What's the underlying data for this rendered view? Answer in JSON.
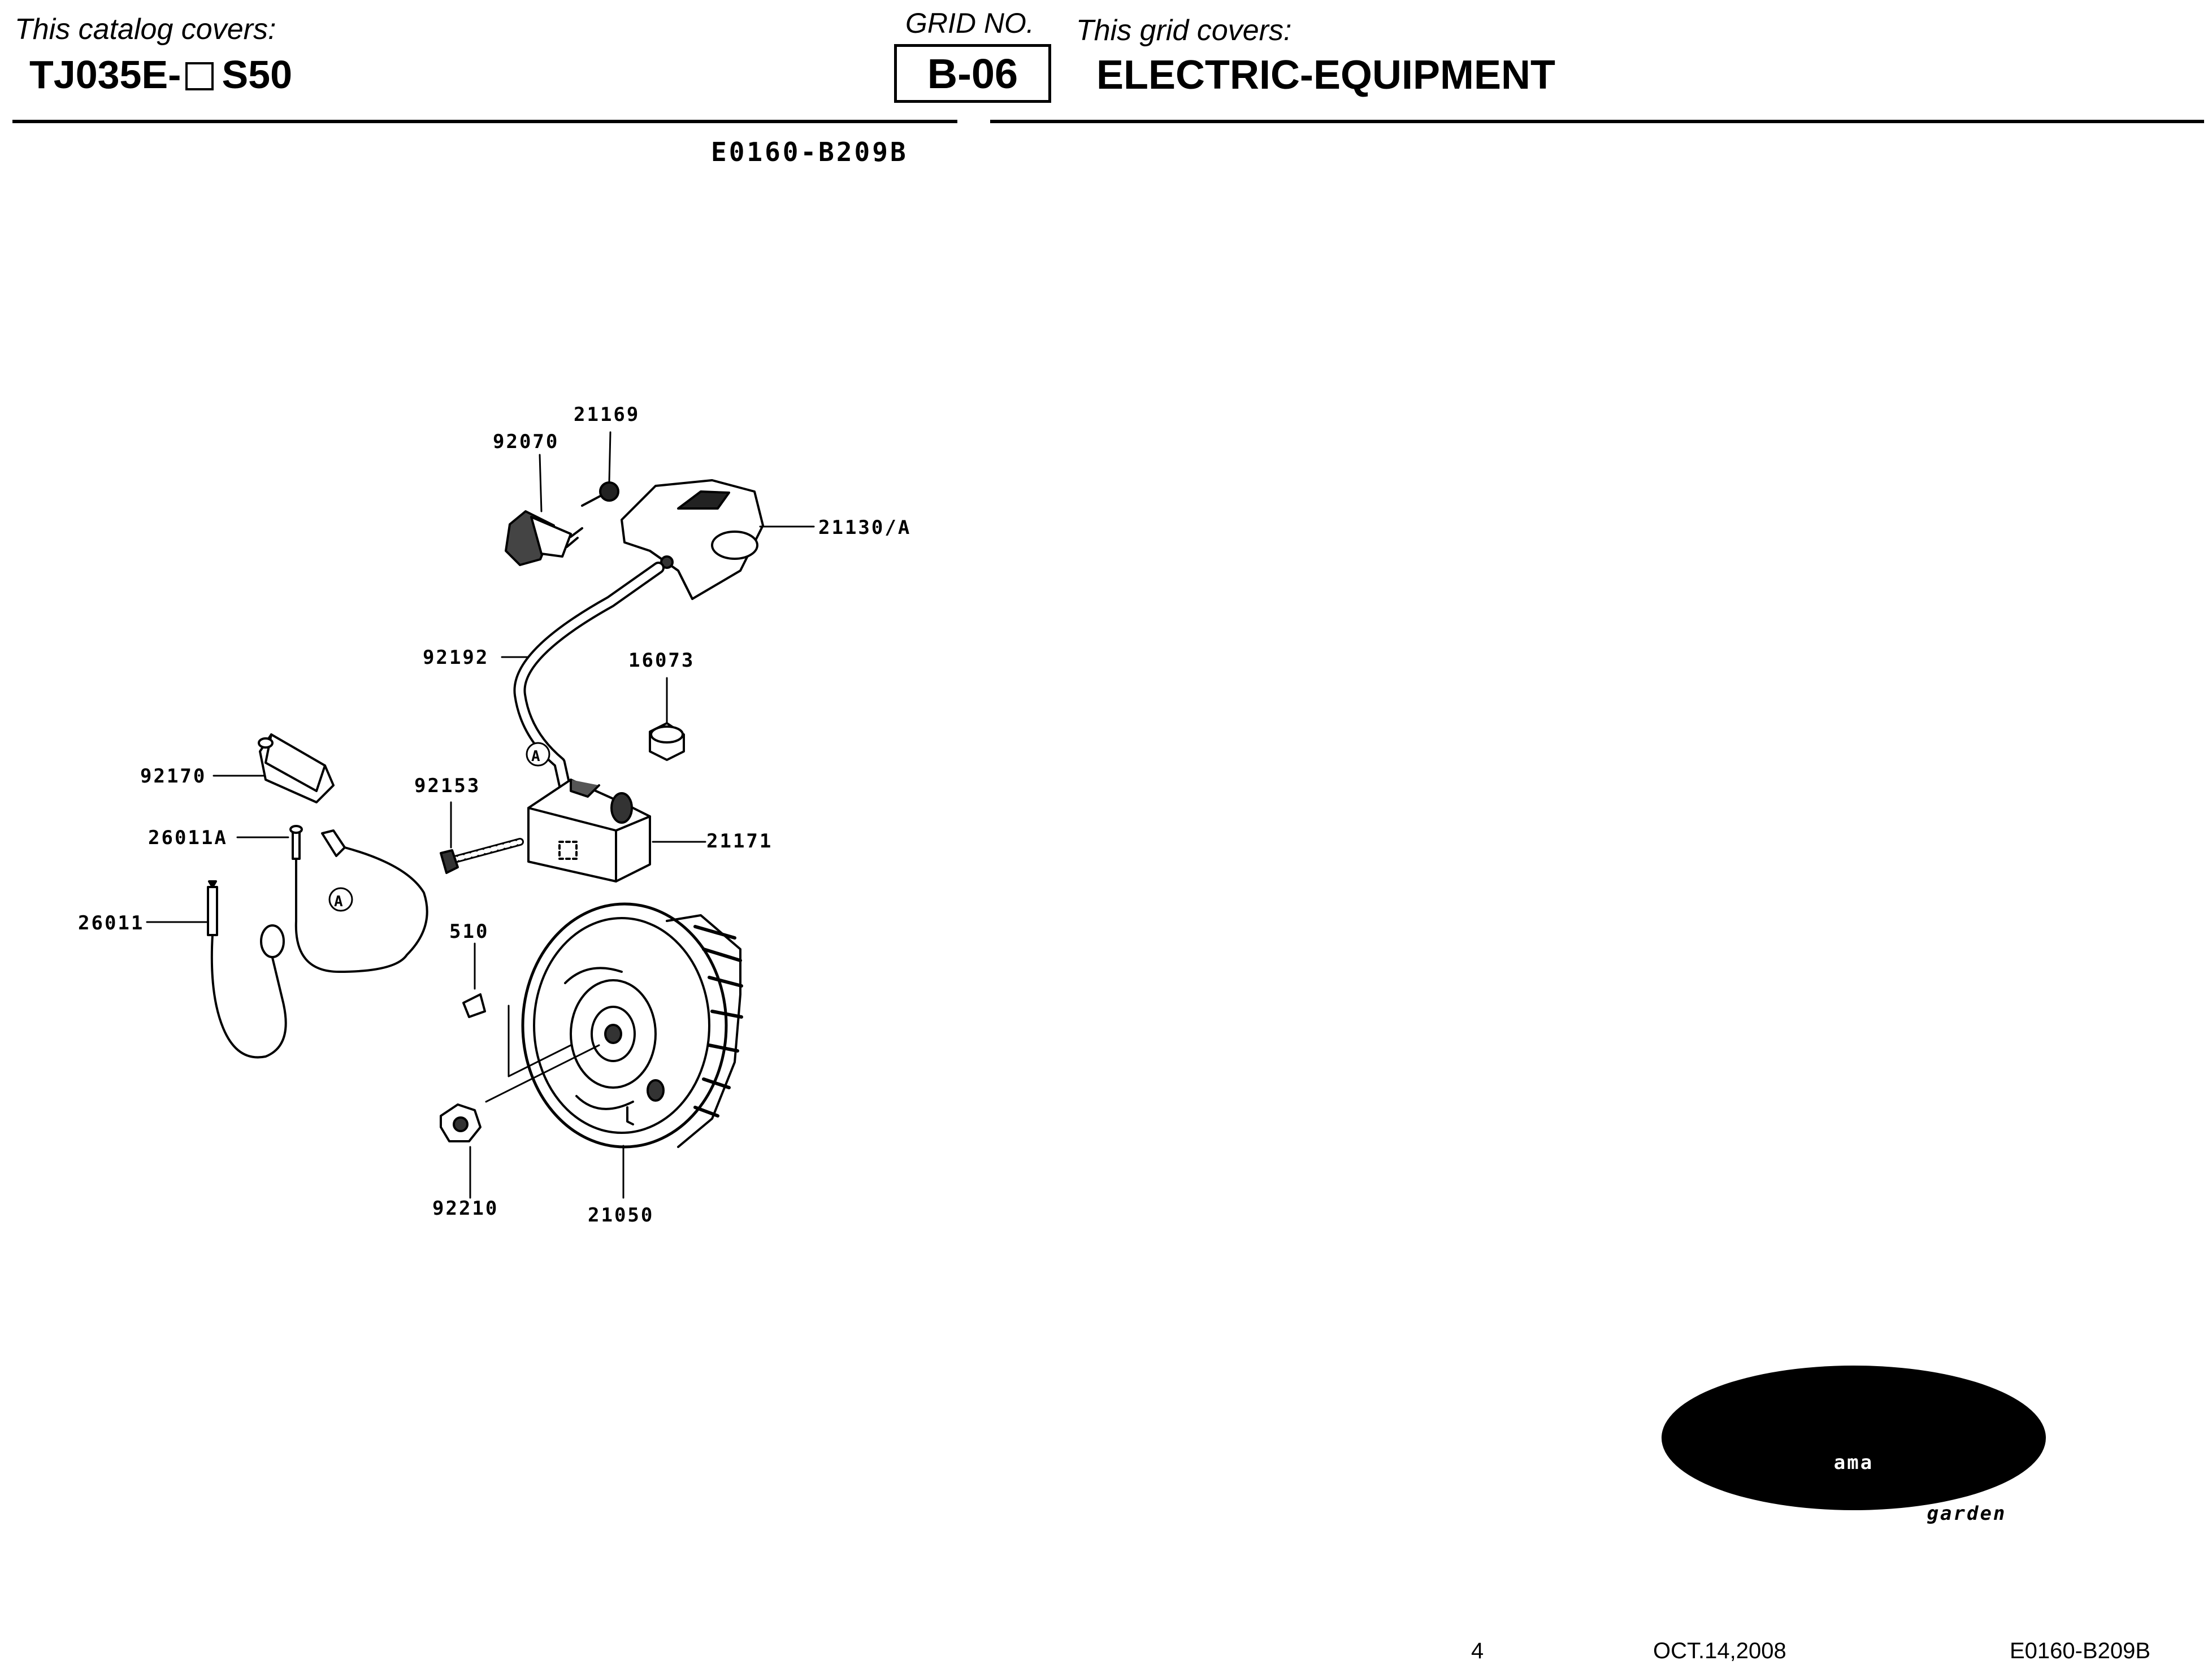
{
  "header": {
    "catalog_label": "This catalog covers:",
    "model_prefix": "TJ035E-",
    "model_suffix": "S50",
    "grid_label": "GRID NO.",
    "grid_number": "B-06",
    "grid_covers_label": "This grid covers:",
    "grid_title": "ELECTRIC-EQUIPMENT"
  },
  "diagram": {
    "code": "E0160-B209B",
    "connector_label": "A",
    "part_numbers": {
      "spark_plug": "92070",
      "plug_terminal": "21169",
      "plug_cap": "21130/A",
      "hightension_cord": "92192",
      "spacer": "16073",
      "clamp": "92170",
      "ignition_coil_bolt": "92153",
      "ignition_coil": "21171",
      "stop_lead_a": "26011A",
      "stop_lead": "26011",
      "key": "510",
      "nut": "92210",
      "flywheel": "21050"
    }
  },
  "logo": {
    "brand": "ama",
    "sub": "garden"
  },
  "footer": {
    "page": "4",
    "date": "OCT.14,2008",
    "code": "E0160-B209B"
  }
}
